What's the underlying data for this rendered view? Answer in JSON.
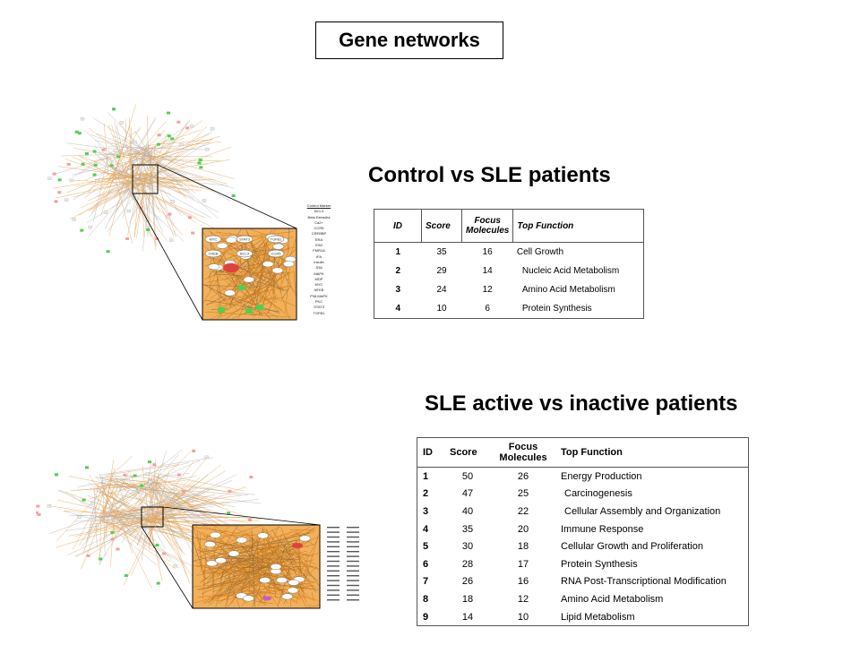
{
  "slide": {
    "title": "Gene networks"
  },
  "section1": {
    "title": "Control vs SLE patients",
    "table": {
      "headers": [
        "ID",
        "Score",
        "Focus Molecules",
        "Top Function"
      ],
      "rows": [
        {
          "id": "1",
          "score": "35",
          "focus": "16",
          "function": "Cell Growth"
        },
        {
          "id": "2",
          "score": "29",
          "focus": "14",
          "function": "Nucleic Acid Metabolism"
        },
        {
          "id": "3",
          "score": "24",
          "focus": "12",
          "function": "Amino Acid Metabolism"
        },
        {
          "id": "4",
          "score": "10",
          "focus": "6",
          "function": "Protein Synthesis"
        }
      ]
    },
    "legend": [
      "Control Marker",
      "BCL3",
      "Beta Estradiol",
      "Ca2+",
      "CCR5",
      "CREBBP",
      "ERA",
      "EWI",
      "FMR1A",
      "IFA",
      "Insulin",
      "JRA",
      "MAPK",
      "MDP",
      "MYC",
      "NFKB",
      "P38 MAPK",
      "PKC",
      "STAT3",
      "TGFB1"
    ],
    "node_labels": [
      "MYC",
      "STAT3",
      "TGFB1",
      "CREB",
      "BCL3",
      "CCR5"
    ]
  },
  "section2": {
    "title": "SLE active vs inactive patients",
    "table": {
      "headers": [
        "ID",
        "Score",
        "Focus Molecules",
        "Top Function"
      ],
      "rows": [
        {
          "id": "1",
          "score": "50",
          "focus": "26",
          "function": "Energy Production"
        },
        {
          "id": "2",
          "score": "47",
          "focus": "25",
          "function": "Carcinogenesis"
        },
        {
          "id": "3",
          "score": "40",
          "focus": "22",
          "function": "Cellular Assembly and Organization"
        },
        {
          "id": "4",
          "score": "35",
          "focus": "20",
          "function": "Immune Response"
        },
        {
          "id": "5",
          "score": "30",
          "focus": "18",
          "function": "Cellular Growth and Proliferation"
        },
        {
          "id": "6",
          "score": "28",
          "focus": "17",
          "function": "Protein Synthesis"
        },
        {
          "id": "7",
          "score": "26",
          "focus": "16",
          "function": "RNA Post-Transcriptional Modification"
        },
        {
          "id": "8",
          "score": "18",
          "focus": "12",
          "function": "Amino Acid Metabolism"
        },
        {
          "id": "9",
          "score": "14",
          "focus": "10",
          "function": "Lipid Metabolism"
        }
      ]
    }
  },
  "colors": {
    "edge_orange": "#e8a04a",
    "edge_gray": "#b0b0b0",
    "node_green": "#4fd04f",
    "node_red": "#e04040",
    "node_pink": "#f0a0a0"
  }
}
